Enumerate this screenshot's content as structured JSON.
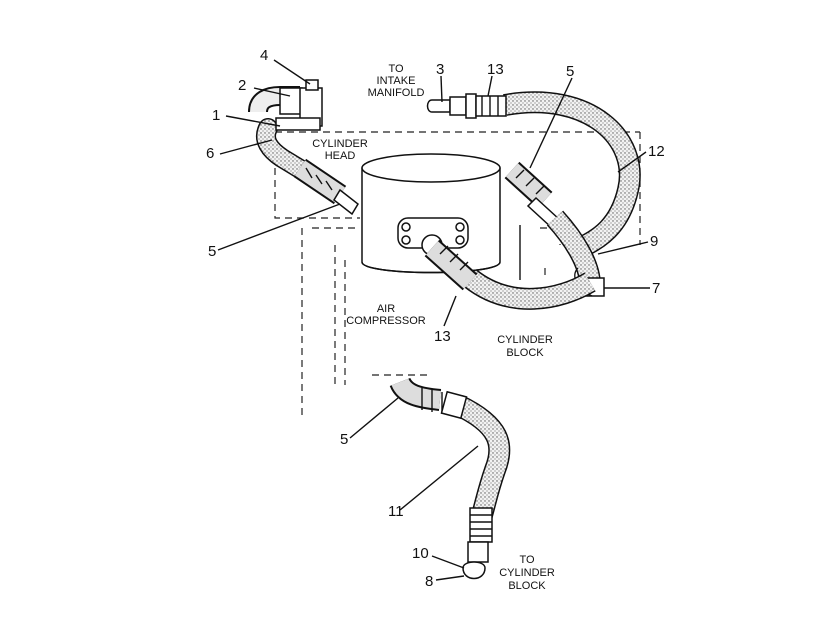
{
  "callouts": {
    "n1": "1",
    "n2": "2",
    "n3": "3",
    "n4": "4",
    "n5a": "5",
    "n5b": "5",
    "n5c": "5",
    "n6": "6",
    "n7": "7",
    "n8": "8",
    "n9": "9",
    "n10": "10",
    "n11": "11",
    "n12": "12",
    "n13a": "13",
    "n13b": "13"
  },
  "labels": {
    "intake": [
      "TO",
      "INTAKE",
      "MANIFOLD"
    ],
    "cylinder_head": [
      "CYLINDER",
      "HEAD"
    ],
    "air_compressor": [
      "AIR",
      "COMPRESSOR"
    ],
    "cylinder_block": [
      "CYLINDER",
      "BLOCK"
    ],
    "to_cylinder_block": [
      "TO",
      "CYLINDER",
      "BLOCK"
    ]
  }
}
